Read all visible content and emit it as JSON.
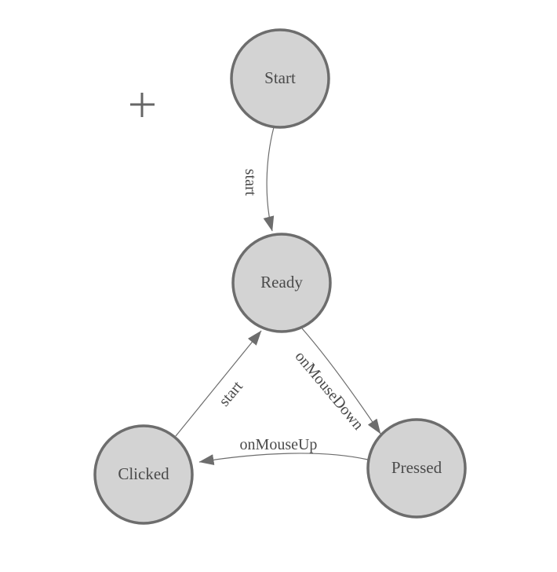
{
  "diagram": {
    "type": "state-machine",
    "background_color": "#ffffff",
    "node_fill_color": "#d3d3d3",
    "node_border_color": "#6d6d6d",
    "edge_color": "#6d6d6d",
    "label_color": "#4a4a4a",
    "nodes": [
      {
        "id": "start",
        "label": "Start"
      },
      {
        "id": "ready",
        "label": "Ready"
      },
      {
        "id": "clicked",
        "label": "Clicked"
      },
      {
        "id": "pressed",
        "label": "Pressed"
      }
    ],
    "edges": [
      {
        "from": "start",
        "to": "ready",
        "label": "start"
      },
      {
        "from": "clicked",
        "to": "ready",
        "label": "start"
      },
      {
        "from": "ready",
        "to": "pressed",
        "label": "onMouseDown"
      },
      {
        "from": "pressed",
        "to": "clicked",
        "label": "onMouseUp"
      }
    ],
    "cursor": {
      "shape": "crosshair"
    }
  }
}
